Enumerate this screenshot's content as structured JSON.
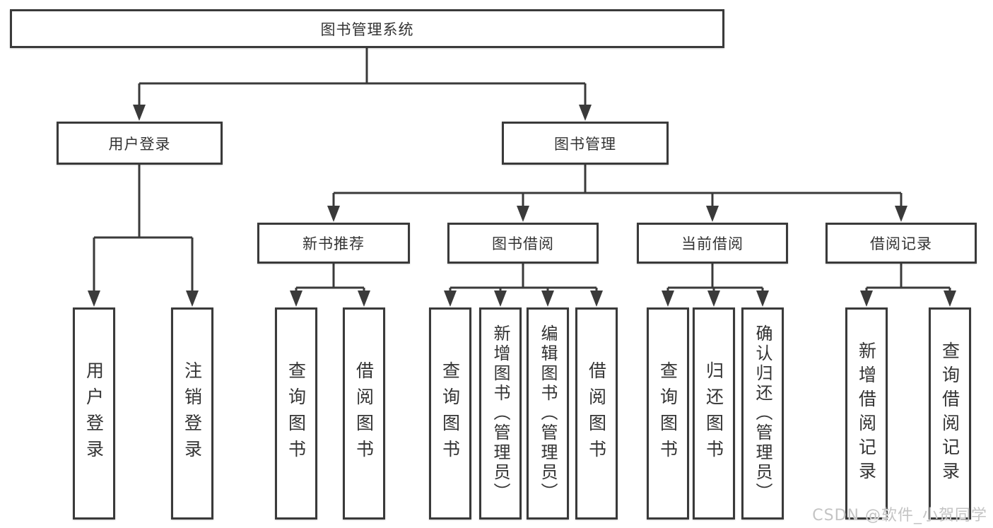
{
  "tree": {
    "root": "图书管理系统",
    "branches": [
      {
        "label": "用户登录",
        "children": [
          {
            "label": "用户登录"
          },
          {
            "label": "注销登录"
          }
        ]
      },
      {
        "label": "图书管理",
        "children": [
          {
            "label": "新书推荐",
            "children": [
              {
                "label": "查询图书"
              },
              {
                "label": "借阅图书"
              }
            ]
          },
          {
            "label": "图书借阅",
            "children": [
              {
                "label": "查询图书"
              },
              {
                "label": "新增图书（管理员）"
              },
              {
                "label": "编辑图书（管理员）"
              },
              {
                "label": "借阅图书"
              }
            ]
          },
          {
            "label": "当前借阅",
            "children": [
              {
                "label": "查询图书"
              },
              {
                "label": "归还图书"
              },
              {
                "label": "确认归还（管理员）"
              }
            ]
          },
          {
            "label": "借阅记录",
            "children": [
              {
                "label": "新增借阅记录"
              },
              {
                "label": "查询借阅记录"
              }
            ]
          }
        ]
      }
    ]
  },
  "watermark": {
    "text": "CSDN @软件_小贺同学"
  },
  "colors": {
    "line": "#3a3a3a",
    "text": "#333333",
    "box_background": "#ffffff",
    "watermark": "#c4c4c4"
  }
}
